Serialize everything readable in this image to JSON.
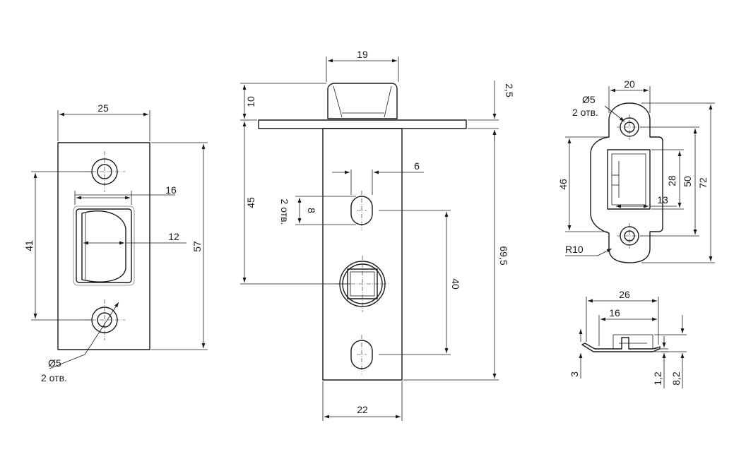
{
  "labels": {
    "strike_width": "25",
    "strike_height": "57",
    "strike_hole_spacing": "41",
    "strike_window_width": "16",
    "strike_window_depth": "12",
    "strike_hole_dia": "Ø5",
    "strike_hole_count": "2 отв.",
    "latch_bolt_width": "19",
    "latch_faceplate_thickness": "2,5",
    "latch_bolt_projection": "10",
    "latch_backset": "45",
    "latch_slot_width": "6",
    "latch_slot_length": "8",
    "latch_slot_count": "2 отв.",
    "latch_slot_spacing": "40",
    "latch_length": "69,5",
    "latch_body_width": "22",
    "rstrike_width": "20",
    "rstrike_hole_dia": "Ø5",
    "rstrike_hole_count": "2 отв.",
    "rstrike_height": "46",
    "rstrike_window_height": "28",
    "rstrike_hole_spacing": "50",
    "rstrike_total_height": "72",
    "rstrike_window_width": "13",
    "rstrike_radius": "R10",
    "side_total_length": "26",
    "side_box_length": "16",
    "side_lip_height": "3",
    "side_plate_thickness": "1,2",
    "side_total_height": "8,2"
  },
  "colors": {
    "line": "#1a1a1a",
    "hidden": "#7a7a7a",
    "background": "#ffffff"
  }
}
